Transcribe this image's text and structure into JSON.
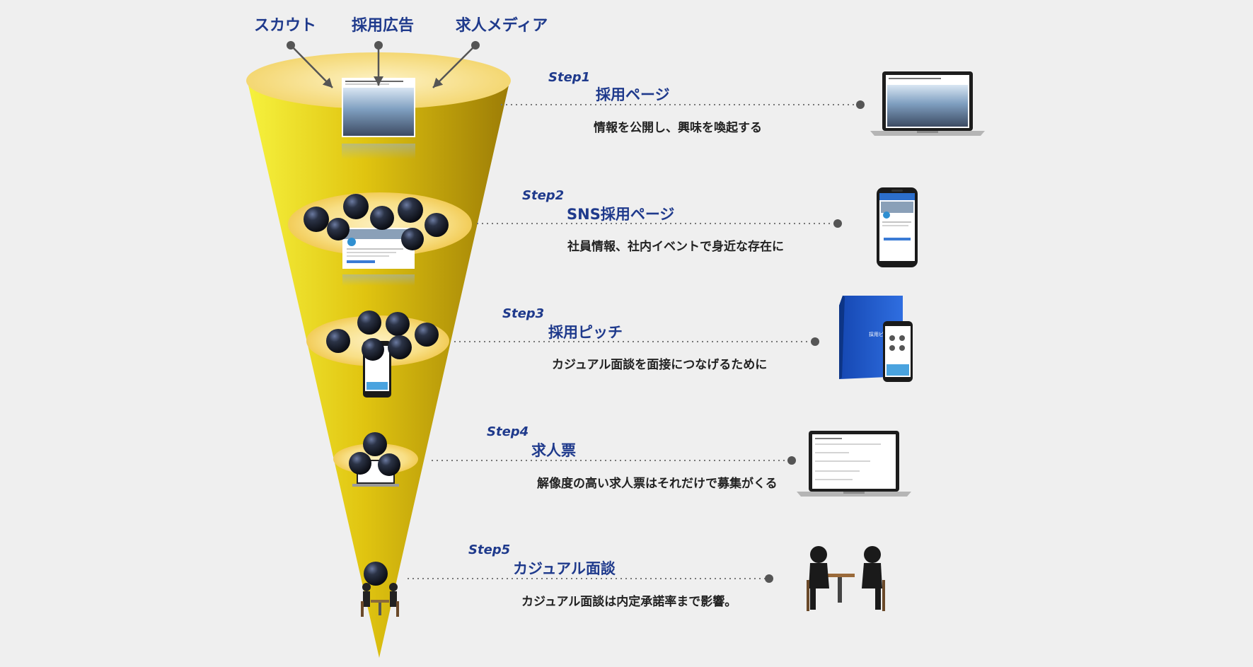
{
  "sources": [
    {
      "label": "スカウト"
    },
    {
      "label": "採用広告"
    },
    {
      "label": "求人メディア"
    }
  ],
  "steps": [
    {
      "step": "Step1",
      "title": "採用ページ",
      "desc": "情報を公開し、興味を喚起する",
      "device": "laptop-icon"
    },
    {
      "step": "Step2",
      "title": "SNS採用ページ",
      "desc": "社員情報、社内イベントで身近な存在に",
      "device": "smartphone-icon"
    },
    {
      "step": "Step3",
      "title": "採用ピッチ",
      "desc": "カジュアル面談を面接につなげるために",
      "device": "brochure-phone-icon"
    },
    {
      "step": "Step4",
      "title": "求人票",
      "desc": "解像度の高い求人票はそれだけで募集がくる",
      "device": "laptop-document-icon"
    },
    {
      "step": "Step5",
      "title": "カジュアル面談",
      "desc": "カジュアル面談は内定承諾率まで影響。",
      "device": "meeting-icon"
    }
  ],
  "mini_texts": {
    "step3_booklet": "採用ピッチ"
  },
  "colors": {
    "funnel_light": "#f3f03c",
    "funnel_dark": "#a48408",
    "ring": "#f6dd8a",
    "label_blue": "#1f3a8c",
    "dot": "#555555",
    "background": "#efefef",
    "booklet": "#1d56c6"
  }
}
